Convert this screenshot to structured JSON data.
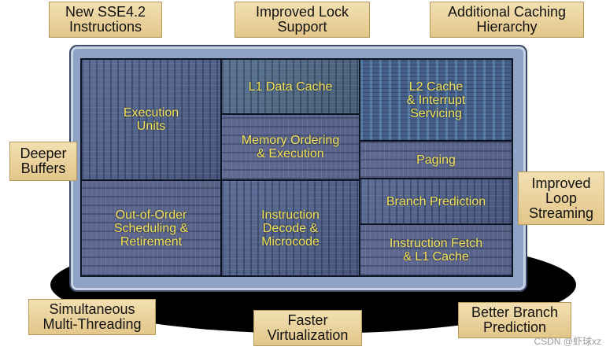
{
  "die": {
    "blocks": {
      "execution_units": "Execution\nUnits",
      "l1_data_cache": "L1 Data Cache",
      "l2_cache": "L2 Cache\n& Interrupt\nServicing",
      "memory_ordering": "Memory Ordering\n& Execution",
      "paging": "Paging",
      "out_of_order": "Out-of-Order\nScheduling &\nRetirement",
      "instruction_decode": "Instruction\nDecode &\nMicrocode",
      "branch_prediction": "Branch Prediction",
      "instruction_fetch": "Instruction Fetch\n& L1 Cache"
    }
  },
  "callouts": {
    "sse42": "New SSE4.2\nInstructions",
    "lock_support": "Improved Lock\nSupport",
    "caching_hierarchy": "Additional Caching\nHierarchy",
    "deeper_buffers": "Deeper\nBuffers",
    "loop_streaming": "Improved\nLoop\nStreaming",
    "smt": "Simultaneous\nMulti-Threading",
    "faster_virtualization": "Faster\nVirtualization",
    "branch_prediction": "Better Branch\nPrediction"
  },
  "watermark": "CSDN @虾球xz",
  "colors": {
    "label_yellow": "#f3e35a",
    "badge_tan": "#e3c68a",
    "die_blue": "#4f5f82"
  }
}
